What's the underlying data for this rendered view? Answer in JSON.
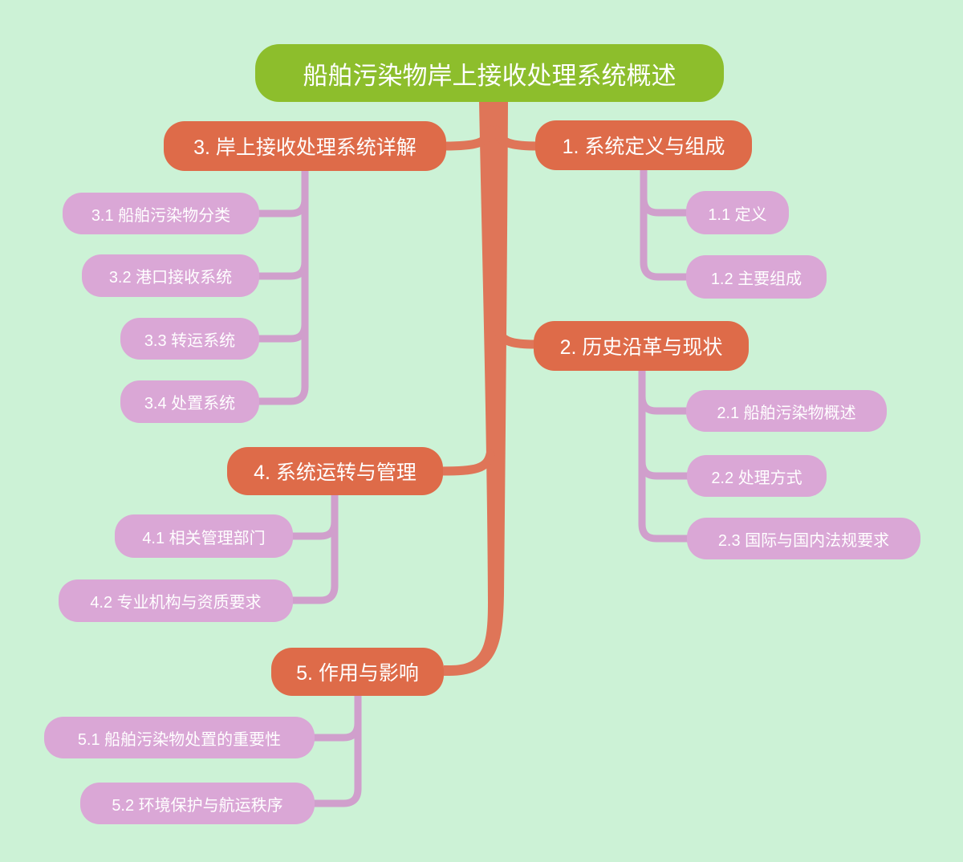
{
  "diagram": {
    "root": {
      "label": "船舶污染物岸上接收处理系统概述"
    },
    "branches": [
      {
        "label": "1. 系统定义与组成",
        "side": "right",
        "children": [
          {
            "label": "1.1 定义"
          },
          {
            "label": "1.2 主要组成"
          }
        ]
      },
      {
        "label": "2. 历史沿革与现状",
        "side": "right",
        "children": [
          {
            "label": "2.1 船舶污染物概述"
          },
          {
            "label": "2.2 处理方式"
          },
          {
            "label": "2.3 国际与国内法规要求"
          }
        ]
      },
      {
        "label": "3. 岸上接收处理系统详解",
        "side": "left",
        "children": [
          {
            "label": "3.1 船舶污染物分类"
          },
          {
            "label": "3.2 港口接收系统"
          },
          {
            "label": "3.3 转运系统"
          },
          {
            "label": "3.4 处置系统"
          }
        ]
      },
      {
        "label": "4. 系统运转与管理",
        "side": "left",
        "children": [
          {
            "label": "4.1 相关管理部门"
          },
          {
            "label": "4.2 专业机构与资质要求"
          }
        ]
      },
      {
        "label": "5. 作用与影响",
        "side": "left",
        "children": [
          {
            "label": "5.1 船舶污染物处置的重要性"
          },
          {
            "label": "5.2 环境保护与航运秩序"
          }
        ]
      }
    ],
    "colors": {
      "background": "#ccf2d6",
      "root_fill": "#8dbe2c",
      "branch_fill": "#de6b49",
      "trunk": "#df7558",
      "child_fill": "#daa7d6",
      "child_line": "#d09fcc",
      "text": "#ffffff"
    }
  }
}
